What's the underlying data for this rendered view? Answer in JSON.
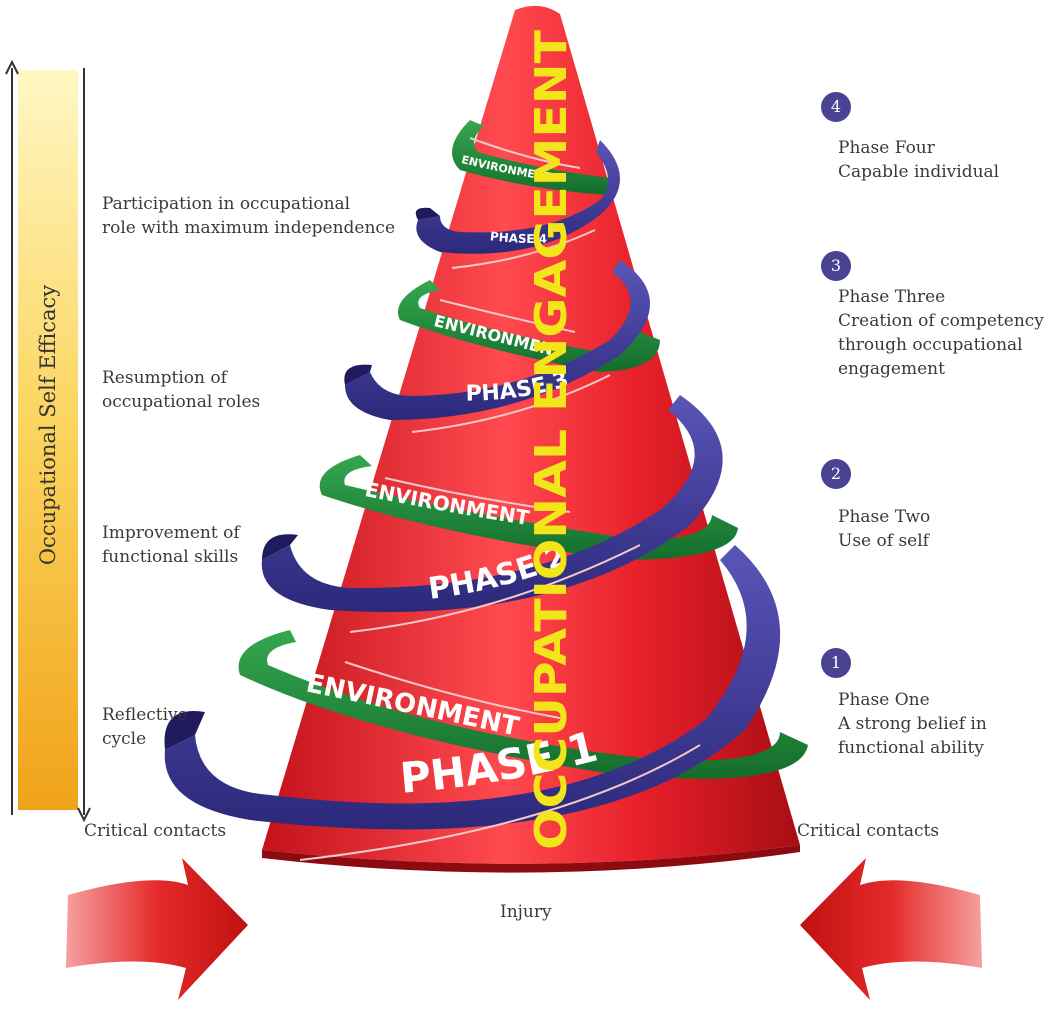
{
  "axis": {
    "label": "Occupational Self Efficacy"
  },
  "cone": {
    "vertical_text": "OCCUPATIONAL ENGAGEMENT",
    "phase_bands": [
      "PHASE 1",
      "PHASE 2",
      "PHASE 3",
      "PHASE 4"
    ],
    "environment_bands": [
      "ENVIRONMENT",
      "ENVIRONMENT",
      "ENVIRONMENT",
      "ENVIRONMENT"
    ]
  },
  "left_labels": [
    {
      "line1": "Participation in occupational",
      "line2": "role with maximum independence"
    },
    {
      "line1": "Resumption of",
      "line2": "occupational roles"
    },
    {
      "line1": "Improvement of",
      "line2": "functional skills"
    },
    {
      "line1": "Reflective",
      "line2": "cycle"
    }
  ],
  "phases": [
    {
      "number": "4",
      "title": "Phase Four",
      "lines": [
        "Capable individual"
      ]
    },
    {
      "number": "3",
      "title": "Phase Three",
      "lines": [
        "Creation of competency",
        "through occupational",
        "engagement"
      ]
    },
    {
      "number": "2",
      "title": "Phase Two",
      "lines": [
        "Use of self"
      ]
    },
    {
      "number": "1",
      "title": "Phase One",
      "lines": [
        "A strong belief in",
        "functional ability"
      ]
    }
  ],
  "bottom": {
    "critical_left": "Critical contacts",
    "critical_right": "Critical contacts",
    "injury": "Injury"
  },
  "colors": {
    "cone_red": "#e8202a",
    "phase_blue": "#3f3a98",
    "environment_green": "#1f8a3a",
    "vertical_text_yellow": "#f2e51a",
    "badge_purple": "#4a4394",
    "axis_top": "#fff7c4",
    "axis_bottom": "#f0a21a"
  }
}
